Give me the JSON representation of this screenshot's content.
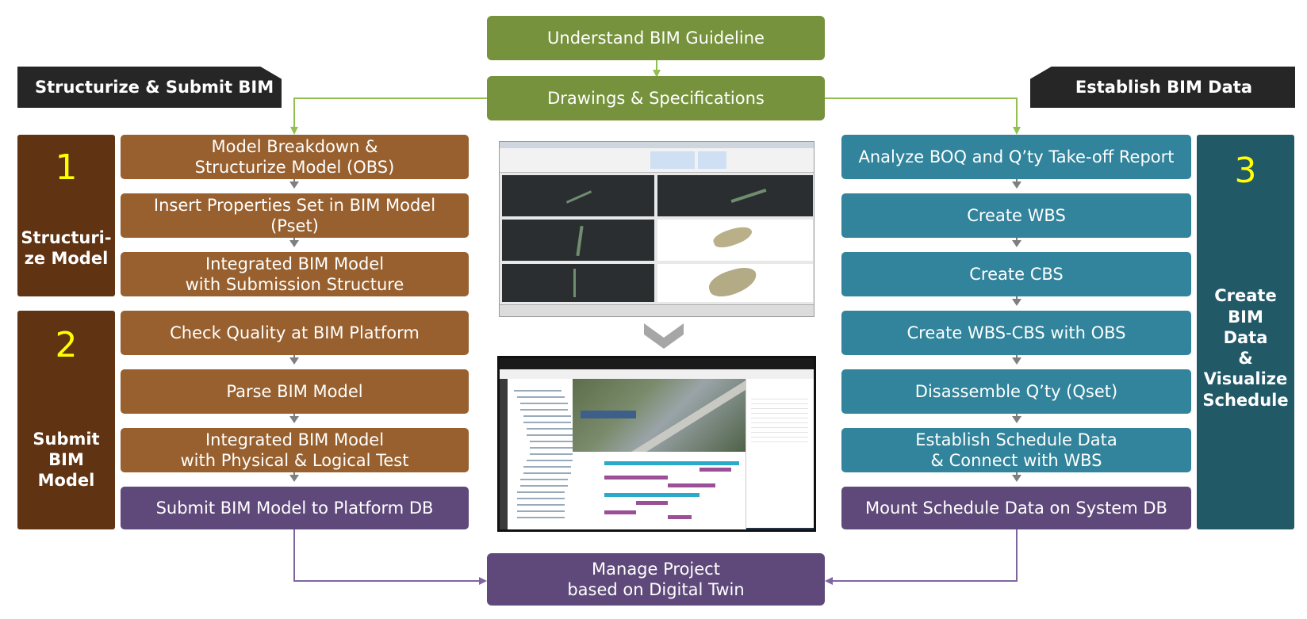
{
  "top": {
    "guideline": "Understand BIM Guideline",
    "drawings": "Drawings & Specifications"
  },
  "left": {
    "header": "Structurize & Submit BIM",
    "section1": {
      "number": "1",
      "label": "Structuri-\nze Model"
    },
    "section2": {
      "number": "2",
      "label": "Submit\nBIM\nModel"
    },
    "steps": [
      "Model Breakdown &\nStructurize Model (OBS)",
      "Insert Properties Set in BIM Model\n(Pset)",
      "Integrated BIM Model\nwith Submission Structure",
      "Check Quality at BIM Platform",
      "Parse BIM Model",
      "Integrated BIM Model\nwith Physical & Logical Test",
      "Submit BIM Model to Platform DB"
    ]
  },
  "right": {
    "header": "Establish BIM Data",
    "section3": {
      "number": "3",
      "label": "Create\nBIM\nData\n&\nVisualize\nSchedule"
    },
    "steps": [
      "Analyze BOQ and Q’ty Take-off Report",
      "Create WBS",
      "Create CBS",
      "Create WBS-CBS with OBS",
      "Disassemble Q’ty (Qset)",
      "Establish Schedule Data\n& Connect with WBS",
      "Mount Schedule Data on System DB"
    ]
  },
  "bottom": {
    "manage": "Manage Project\nbased on Digital Twin"
  },
  "colors": {
    "green": "#76923c",
    "brown": "#98602e",
    "darkbrown": "#603312",
    "teal": "#31849b",
    "darkteal": "#215967",
    "purple": "#5f497a",
    "header": "#262626",
    "number": "#ffff00"
  }
}
